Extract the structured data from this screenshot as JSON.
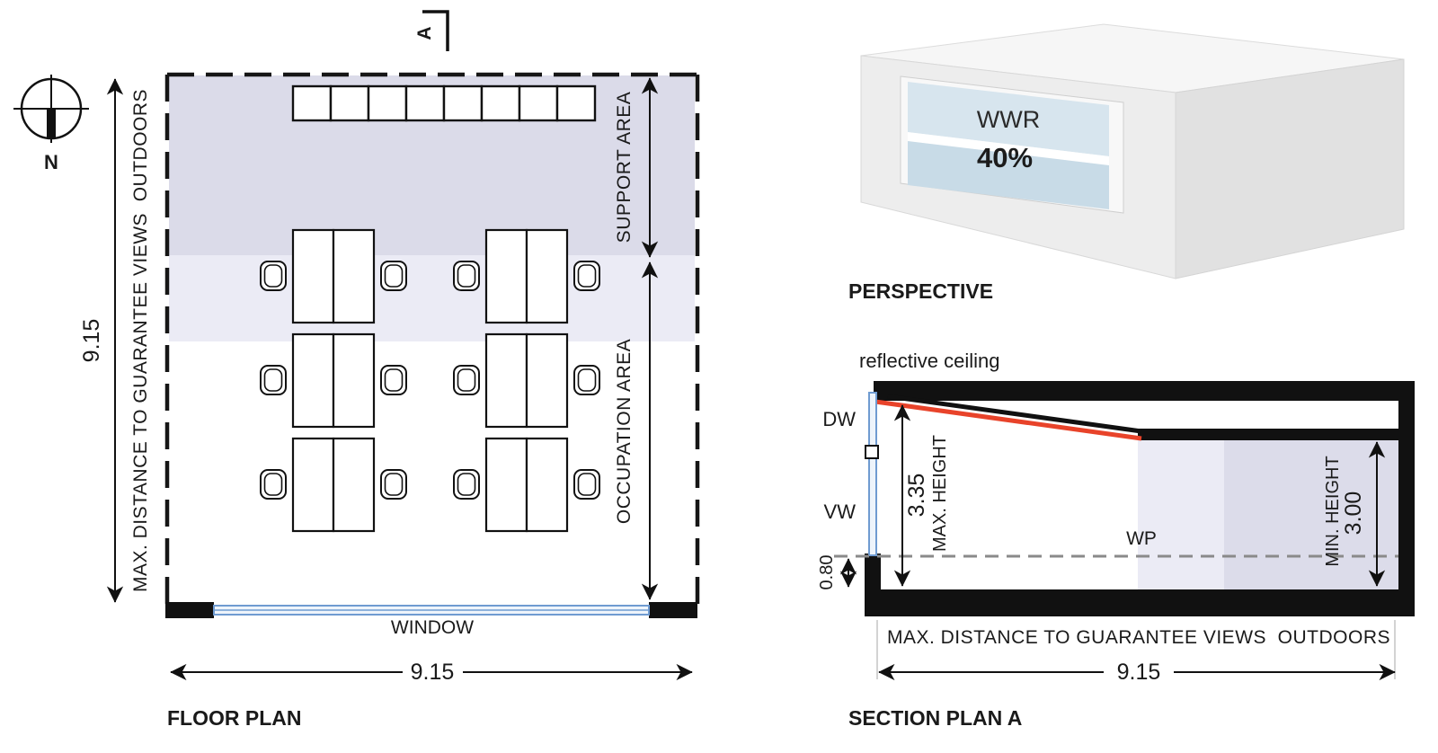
{
  "floor_plan": {
    "title": "FLOOR PLAN",
    "section_marker_label": "A",
    "compass_north_label": "N",
    "max_distance_label": "MAX. DISTANCE TO GUARANTEE VIEWS  OUTDOORS",
    "height_dim": "9.15",
    "width_dim": "9.15",
    "support_area_label": "SUPPORT AREA",
    "occupation_area_label": "OCCUPATION AREA",
    "window_label": "WINDOW"
  },
  "perspective": {
    "title": "PERSPECTIVE",
    "wwr_label": "WWR",
    "wwr_value": "40%"
  },
  "section": {
    "title": "SECTION PLAN  A",
    "reflective_ceiling_label": "reflective ceiling",
    "daylight_window_label": "DW",
    "view_window_label": "VW",
    "work_plane_label": "WP",
    "max_height_dim": "3.35",
    "max_height_label": "MAX. HEIGHT",
    "sill_dim": "0.80",
    "min_height_dim": "3.00",
    "min_height_label": "MIN. HEIGHT",
    "max_distance_label": "MAX. DISTANCE TO GUARANTEE VIEWS  OUTDOORS",
    "width_dim": "9.15"
  },
  "colors": {
    "support_area_fill": "#dbdbe9",
    "occupation_band_fill": "#ebebf5",
    "section_shade_light": "#ebebf5",
    "section_shade_dark": "#dcdcea",
    "window_blue": "#6f9bd1",
    "window_glass": "#eef4fb",
    "reflective_ceiling": "#e8432a"
  }
}
